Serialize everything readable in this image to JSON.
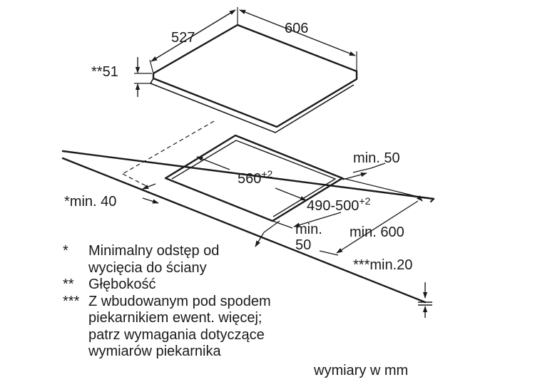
{
  "dimensions": {
    "depth": "527",
    "width": "606",
    "thickness": "**51",
    "cutout_width_base": "560",
    "cutout_width_sup": "+2",
    "cutout_depth_base": "490-500",
    "cutout_depth_sup": "+2",
    "back_gap": "min. 50",
    "wall_gap": "*min. 40",
    "front_gap_line1": "min.",
    "front_gap_line2": "50",
    "worktop_depth": "min. 600",
    "worktop_thickness": "***min.20"
  },
  "legend": [
    {
      "mark": "*",
      "text": "Minimalny odstęp od\nwycięcia do ściany"
    },
    {
      "mark": "**",
      "text": "Głębokość"
    },
    {
      "mark": "***",
      "text": "Z wbudowanym pod spodem\npiekarnikiem ewent. więcej;\npatrz wymagania dotyczące\nwymiarów piekarnika"
    }
  ],
  "units_note": "wymiary w mm"
}
